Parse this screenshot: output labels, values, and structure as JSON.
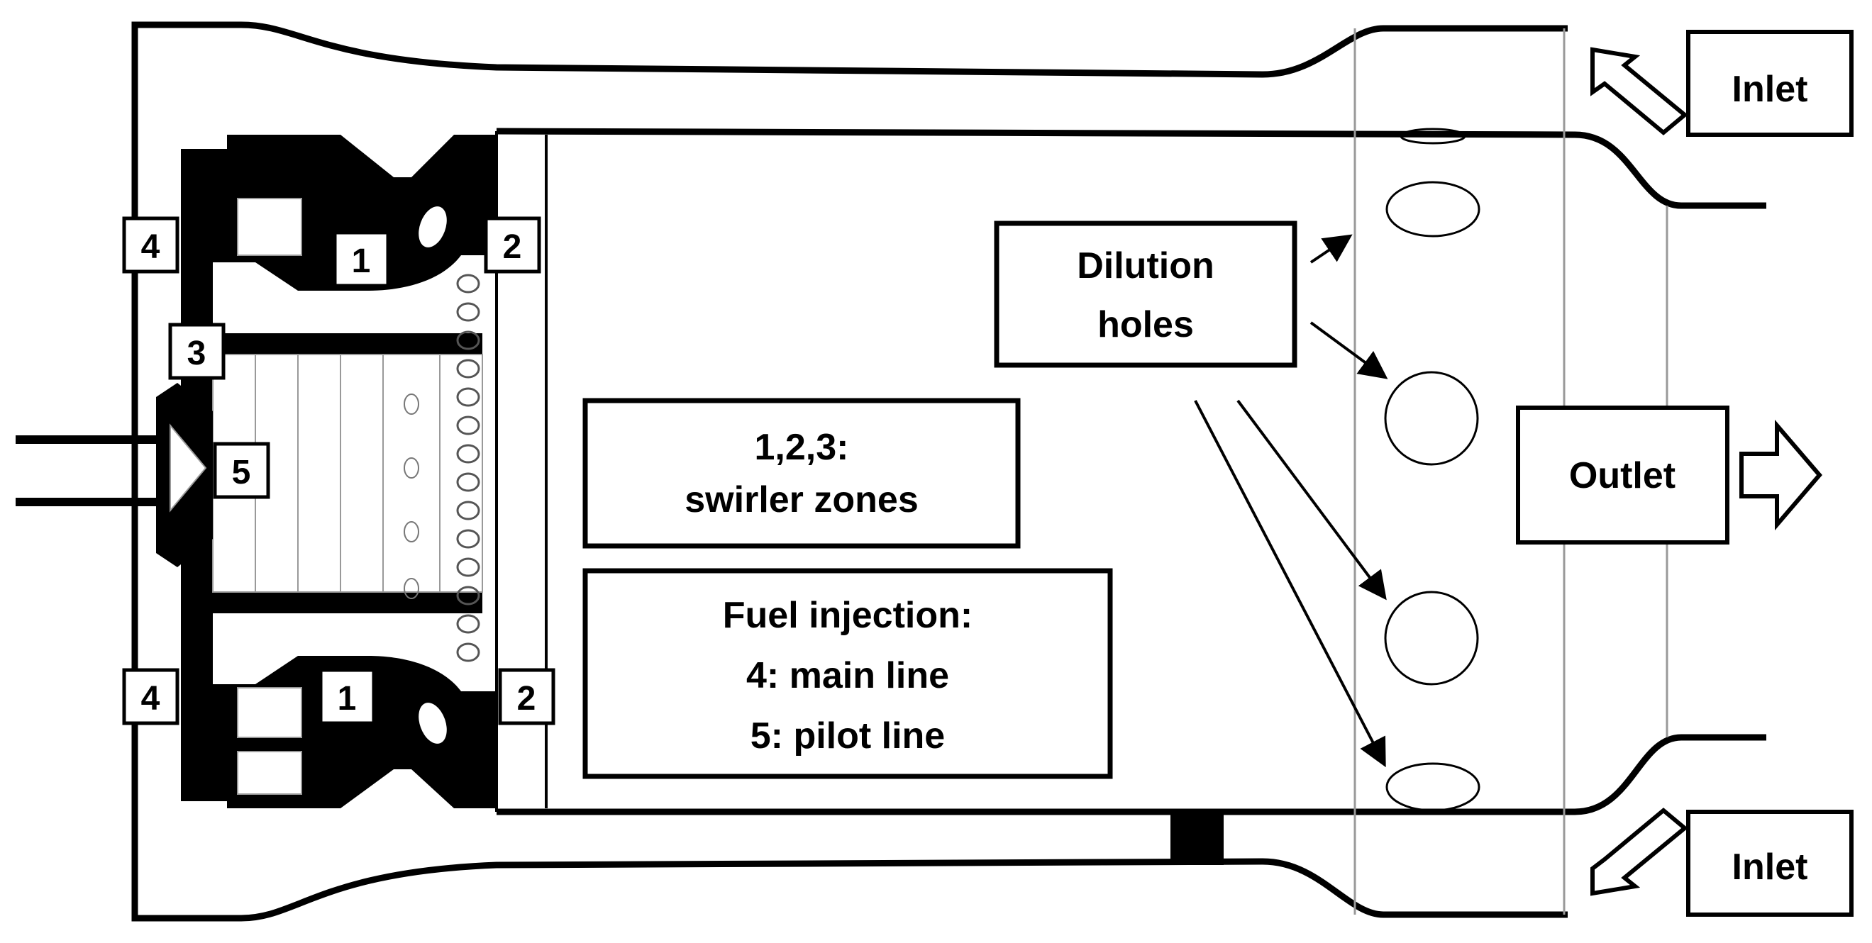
{
  "labels": {
    "inlet_top": "Inlet",
    "inlet_bottom": "Inlet",
    "outlet": "Outlet",
    "dilution_line1": "Dilution",
    "dilution_line2": "holes",
    "swirler_line1": "1,2,3:",
    "swirler_line2": "swirler zones",
    "fuel_line1": "Fuel injection:",
    "fuel_line2": "4: main line",
    "fuel_line3": "5: pilot line"
  },
  "markers": {
    "m1_top": "1",
    "m2_top": "2",
    "m3": "3",
    "m4_top": "4",
    "m5": "5",
    "m1_bottom": "1",
    "m2_bottom": "2",
    "m4_bottom": "4"
  },
  "colors": {
    "stroke": "#000000",
    "fill_dark": "#000000",
    "fill_light": "#ffffff",
    "hatch": "#bdbdbd"
  }
}
